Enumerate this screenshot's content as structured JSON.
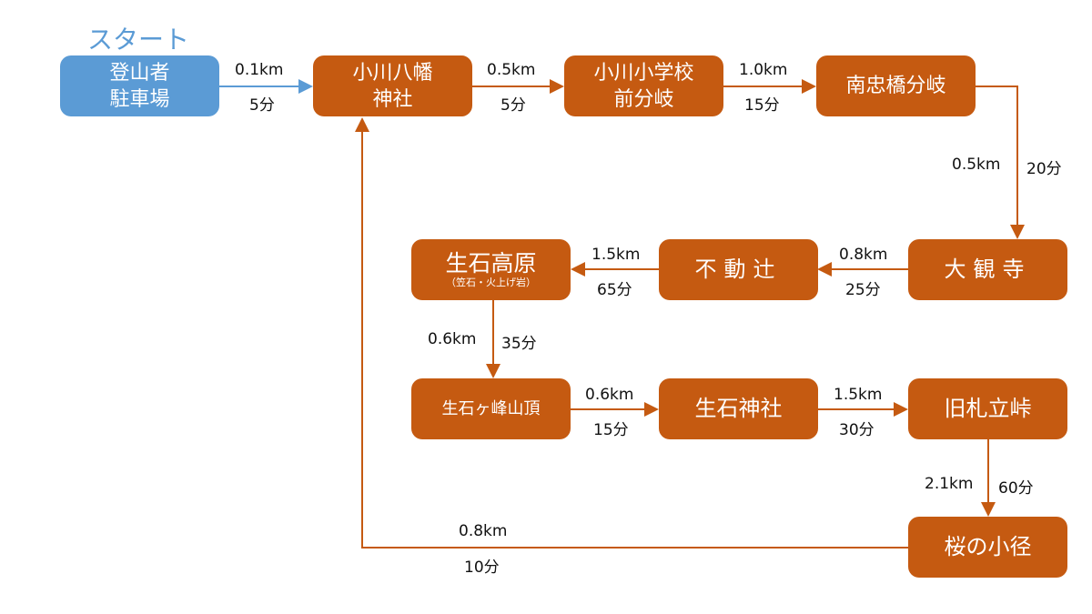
{
  "title": "スタート",
  "colors": {
    "start": "#5b9bd5",
    "node": "#c55a11"
  },
  "nodes": [
    {
      "line1": "登山者",
      "line2": "駐車場"
    },
    {
      "line1": "小川八幡",
      "line2": "神社"
    },
    {
      "line1": "小川小学校",
      "line2": "前分岐"
    },
    {
      "line1": "南忠橋分岐"
    },
    {
      "line1": "大観寺"
    },
    {
      "line1": "不動辻"
    },
    {
      "line1": "生石高原",
      "line2": "（笠石・火上げ岩）"
    },
    {
      "line1": "生石ヶ峰山頂"
    },
    {
      "line1": "生石神社"
    },
    {
      "line1": "旧札立峠"
    },
    {
      "line1": "桜の小径"
    }
  ],
  "edges": [
    {
      "dist": "0.1km",
      "time": "5分"
    },
    {
      "dist": "0.5km",
      "time": "5分"
    },
    {
      "dist": "1.0km",
      "time": "15分"
    },
    {
      "dist": "0.5km",
      "time": "20分"
    },
    {
      "dist": "0.8km",
      "time": "25分"
    },
    {
      "dist": "1.5km",
      "time": "65分"
    },
    {
      "dist": "0.6km",
      "time": "35分"
    },
    {
      "dist": "0.6km",
      "time": "15分"
    },
    {
      "dist": "1.5km",
      "time": "30分"
    },
    {
      "dist": "2.1km",
      "time": "60分"
    },
    {
      "dist": "0.8km",
      "time": "10分"
    }
  ]
}
